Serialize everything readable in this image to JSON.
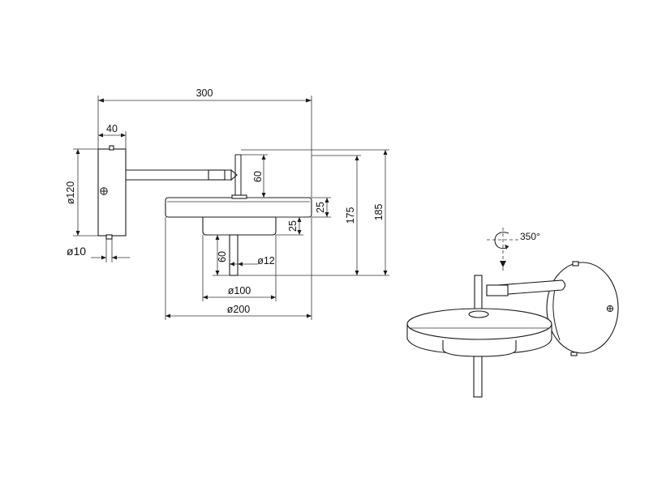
{
  "dimensions": {
    "width_total": "300",
    "backplate_depth": "40",
    "backplate_diameter": "ø120",
    "switch_diameter": "ø10",
    "stem_height_top": "60",
    "disc_thickness": "25",
    "height_disc": "175",
    "height_total": "185",
    "shade_height": "25",
    "rod_length": "60",
    "rod_diameter": "ø12",
    "shade_diameter": "ø100",
    "disc_diameter": "ø200"
  },
  "rotation": {
    "label": "350°"
  },
  "colors": {
    "line": "#1a1a1a",
    "background": "#ffffff"
  }
}
